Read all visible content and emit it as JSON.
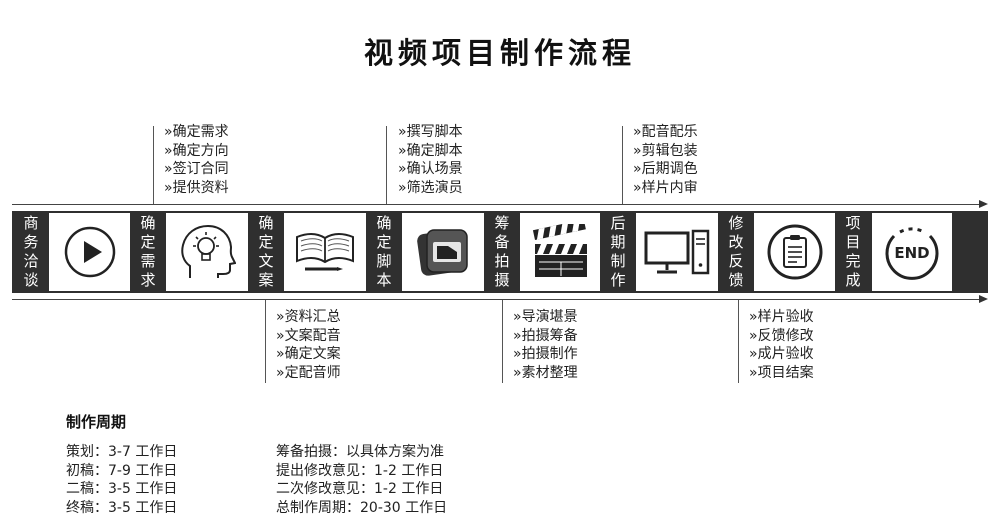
{
  "title": "视频项目制作流程",
  "stages": [
    {
      "lines": [
        "商",
        "务",
        "洽",
        "谈"
      ]
    },
    {
      "lines": [
        "确",
        "定",
        "需",
        "求"
      ]
    },
    {
      "lines": [
        "确",
        "定",
        "文",
        "案"
      ]
    },
    {
      "lines": [
        "确",
        "定",
        "脚",
        "本"
      ]
    },
    {
      "lines": [
        "筹",
        "备",
        "拍",
        "摄"
      ]
    },
    {
      "lines": [
        "后",
        "期",
        "制",
        "作"
      ]
    },
    {
      "lines": [
        "修",
        "改",
        "反",
        "馈"
      ]
    },
    {
      "lines": [
        "项",
        "目",
        "完",
        "成"
      ]
    }
  ],
  "icons": [
    "play-icon",
    "lightbulb-head-icon",
    "book-pen-icon",
    "script-app-icon",
    "clapperboard-icon",
    "monitor-computer-icon",
    "clipboard-icon",
    "end-icon"
  ],
  "end_label": "END",
  "top_notes": [
    [
      "»确定需求",
      "»确定方向",
      "»签订合同",
      "»提供资料"
    ],
    [
      "»撰写脚本",
      "»确定脚本",
      "»确认场景",
      "»筛选演员"
    ],
    [
      "»配音配乐",
      "»剪辑包装",
      "»后期调色",
      "»样片内审"
    ]
  ],
  "bottom_notes": [
    [
      "»资料汇总",
      "»文案配音",
      "»确定文案",
      "»定配音师"
    ],
    [
      "»导演堪景",
      "»拍摄筹备",
      "»拍摄制作",
      "»素材整理"
    ],
    [
      "»样片验收",
      "»反馈修改",
      "»成片验收",
      "»项目结案"
    ]
  ],
  "cycle_title": "制作周期",
  "schedule_left": [
    "策划：3-7  工作日",
    "初稿：7-9  工作日",
    "二稿：3-5  工作日",
    "终稿：3-5  工作日"
  ],
  "schedule_right": [
    "筹备拍摄：以具体方案为准",
    "提出修改意见：1-2  工作日",
    "二次修改意见：1-2  工作日",
    "总制作周期：20-30  工作日"
  ]
}
